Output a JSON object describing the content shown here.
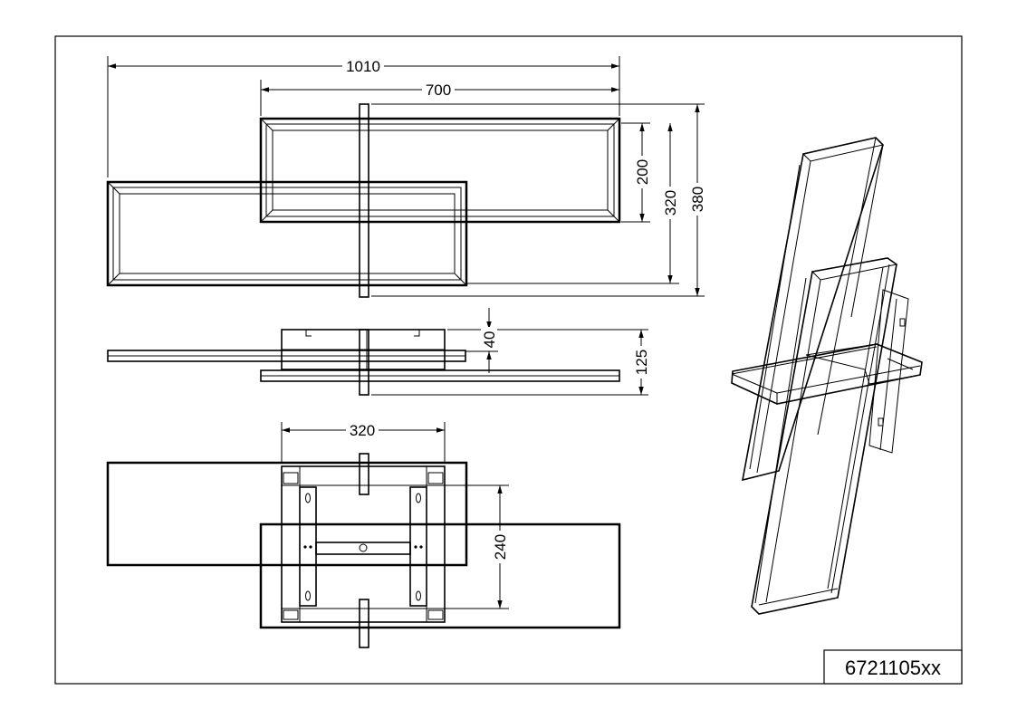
{
  "dimensions": {
    "overall_width": "1010",
    "frame_width": "700",
    "inner_height": "200",
    "frame_height": "320",
    "overall_height": "380",
    "canopy_depth": "40",
    "total_depth": "125",
    "bracket_width": "320",
    "bracket_height": "240"
  },
  "part_number": "6721105xx"
}
